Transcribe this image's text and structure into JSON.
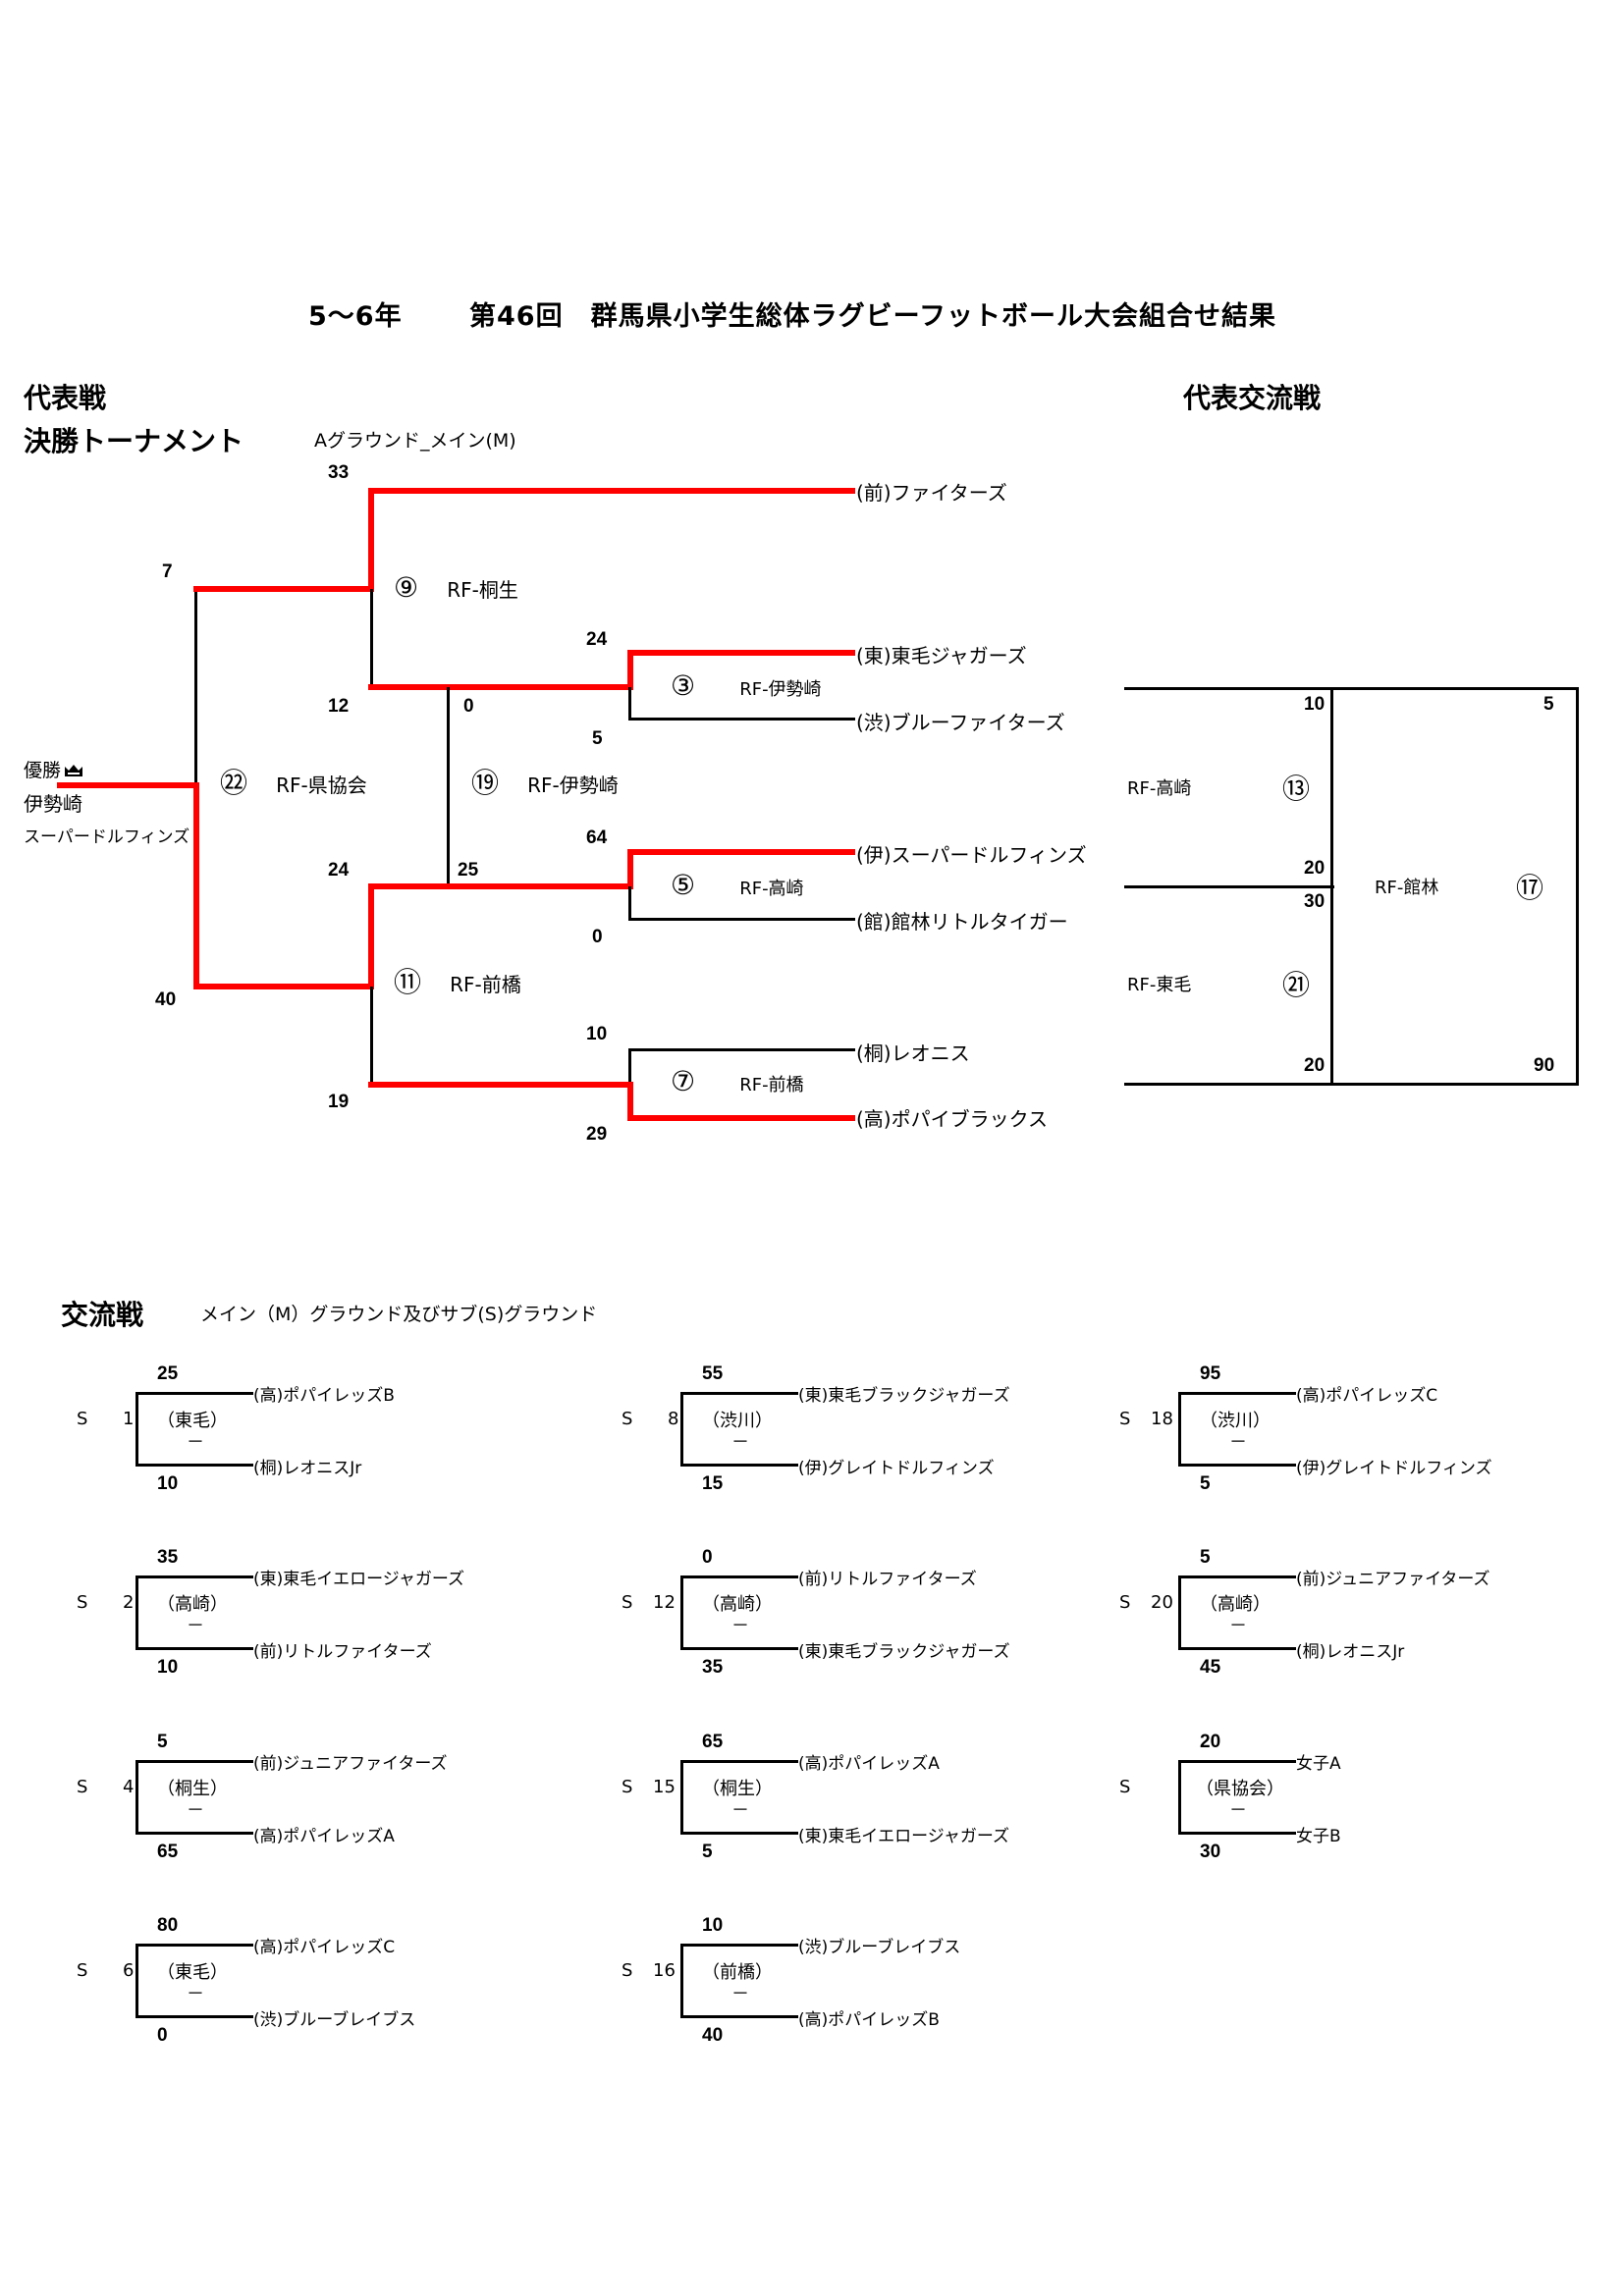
{
  "header": {
    "grade": "5～6年",
    "title": "第46回　群馬県小学生総体ラグビーフットボール大会組合せ結果"
  },
  "sections": {
    "rep": "代表戦",
    "tournament": "決勝トーナメント",
    "ground": "Aグラウンド_メイン(M)",
    "rep_exchange": "代表交流戦",
    "exchange": "交流戦",
    "exchange_ground": "メイン（M）グラウンド及びサブ(S)グラウンド"
  },
  "champion": {
    "label": "優勝",
    "icon": "crown-icon",
    "line1": "伊勢崎",
    "line2": "スーパードルフィンズ"
  },
  "colors": {
    "winner_line": "#ff0000",
    "line": "#000000"
  },
  "tournament": {
    "teams": [
      "(前)ファイターズ",
      "(東)東毛ジャガーズ",
      "(渋)ブルーファイターズ",
      "(伊)スーパードルフィンズ",
      "(館)館林リトルタイガー",
      "(桐)レオニス",
      "(高)ポパイブラックス"
    ],
    "matches": {
      "m22": {
        "no": "㉒",
        "ref": "RF-県協会",
        "score_top": "7",
        "score_bottom": "40"
      },
      "m9": {
        "no": "⑨",
        "ref": "RF-桐生",
        "score_top": "33",
        "score_bottom": "12"
      },
      "m11": {
        "no": "⑪",
        "ref": "RF-前橋",
        "score_top": "24",
        "score_bottom": "19"
      },
      "m19": {
        "no": "⑲",
        "ref": "RF-伊勢崎",
        "score_top": "0",
        "score_bottom": "25"
      },
      "m3": {
        "no": "③",
        "ref": "RF-伊勢崎",
        "score_top": "24",
        "score_bottom": "5"
      },
      "m5": {
        "no": "⑤",
        "ref": "RF-高崎",
        "score_top": "64",
        "score_bottom": "0"
      },
      "m7": {
        "no": "⑦",
        "ref": "RF-前橋",
        "score_top": "10",
        "score_bottom": "29"
      }
    }
  },
  "rep_exchange": {
    "m13": {
      "no": "⑬",
      "ref": "RF-高崎",
      "score_top": "10",
      "score_bottom": "20"
    },
    "m21": {
      "no": "㉑",
      "ref": "RF-東毛",
      "score_top": "30",
      "score_bottom": "20"
    },
    "m17": {
      "no": "⑰",
      "ref": "RF-館林",
      "score_top": "5",
      "score_bottom": "90"
    }
  },
  "exchange_matches": [
    {
      "ground": "S",
      "no": "1",
      "ref": "（東毛）",
      "dash": "－",
      "score_top": "25",
      "team_top": "(高)ポパイレッズB",
      "team_bottom": "(桐)レオニスJr",
      "score_bottom": "10"
    },
    {
      "ground": "S",
      "no": "8",
      "ref": "（渋川）",
      "dash": "－",
      "score_top": "55",
      "team_top": "(東)東毛ブラックジャガーズ",
      "team_bottom": "(伊)グレイトドルフィンズ",
      "score_bottom": "15"
    },
    {
      "ground": "S",
      "no": "18",
      "ref": "（渋川）",
      "dash": "－",
      "score_top": "95",
      "team_top": "(高)ポパイレッズC",
      "team_bottom": "(伊)グレイトドルフィンズ",
      "score_bottom": "5"
    },
    {
      "ground": "S",
      "no": "2",
      "ref": "（高崎）",
      "dash": "－",
      "score_top": "35",
      "team_top": "(東)東毛イエロージャガーズ",
      "team_bottom": "(前)リトルファイターズ",
      "score_bottom": "10"
    },
    {
      "ground": "S",
      "no": "12",
      "ref": "（高崎）",
      "dash": "－",
      "score_top": "0",
      "team_top": "(前)リトルファイターズ",
      "team_bottom": "(東)東毛ブラックジャガーズ",
      "score_bottom": "35"
    },
    {
      "ground": "S",
      "no": "20",
      "ref": "（高崎）",
      "dash": "－",
      "score_top": "5",
      "team_top": "(前)ジュニアファイターズ",
      "team_bottom": "(桐)レオニスJr",
      "score_bottom": "45"
    },
    {
      "ground": "S",
      "no": "4",
      "ref": "（桐生）",
      "dash": "－",
      "score_top": "5",
      "team_top": "(前)ジュニアファイターズ",
      "team_bottom": "(高)ポパイレッズA",
      "score_bottom": "65"
    },
    {
      "ground": "S",
      "no": "15",
      "ref": "（桐生）",
      "dash": "－",
      "score_top": "65",
      "team_top": "(高)ポパイレッズA",
      "team_bottom": "(東)東毛イエロージャガーズ",
      "score_bottom": "5"
    },
    {
      "ground": "S",
      "no": "",
      "ref": "（県協会）",
      "dash": "－",
      "score_top": "20",
      "team_top": "女子A",
      "team_bottom": "女子B",
      "score_bottom": "30"
    },
    {
      "ground": "S",
      "no": "6",
      "ref": "（東毛）",
      "dash": "－",
      "score_top": "80",
      "team_top": "(高)ポパイレッズC",
      "team_bottom": "(渋)ブルーブレイブス",
      "score_bottom": "0"
    },
    {
      "ground": "S",
      "no": "16",
      "ref": "（前橋）",
      "dash": "－",
      "score_top": "10",
      "team_top": "(渋)ブルーブレイブス",
      "team_bottom": "(高)ポパイレッズB",
      "score_bottom": "40"
    }
  ]
}
